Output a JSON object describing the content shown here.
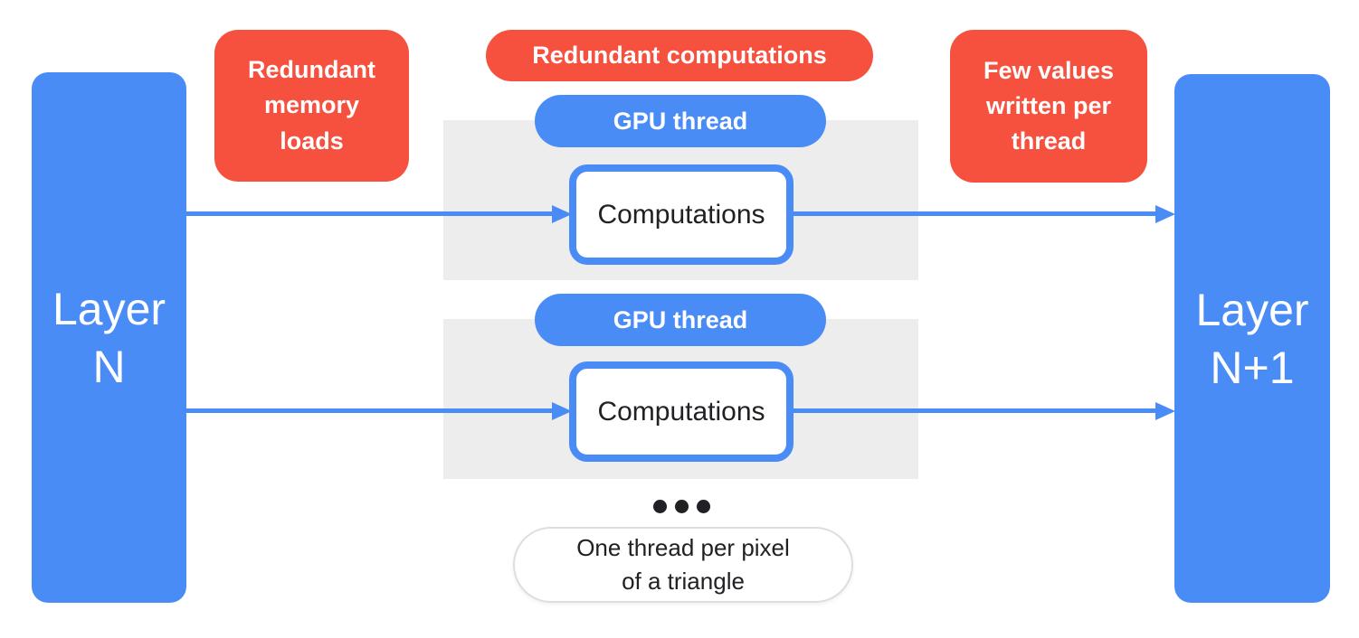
{
  "diagram": {
    "title_implicit": "GPU per-pixel computation between network layers",
    "left_layer_label": "Layer\nN",
    "right_layer_label": "Layer\nN+1",
    "issues": {
      "memory": "Redundant\nmemory\nloads",
      "compute": "Redundant computations",
      "writes": "Few values\nwritten per\nthread"
    },
    "thread_groups": [
      {
        "pill_label": "GPU thread",
        "box_label": "Computations"
      },
      {
        "pill_label": "GPU thread",
        "box_label": "Computations"
      }
    ],
    "note": "One thread per pixel\nof a triangle"
  },
  "colors": {
    "blue": "#4A8CF6",
    "red": "#F6503F",
    "gray_group_bg": "#EDEDED",
    "dark_text": "#202124",
    "note_border": "#DEDEDE",
    "background": "#FFFFFF"
  }
}
